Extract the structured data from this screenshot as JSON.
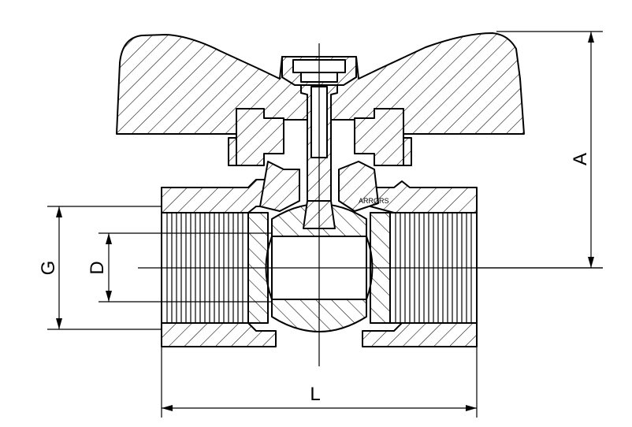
{
  "dimensions": {
    "A": "A",
    "G": "G",
    "D": "D",
    "L": "L"
  },
  "body_marking": "ARRORS"
}
